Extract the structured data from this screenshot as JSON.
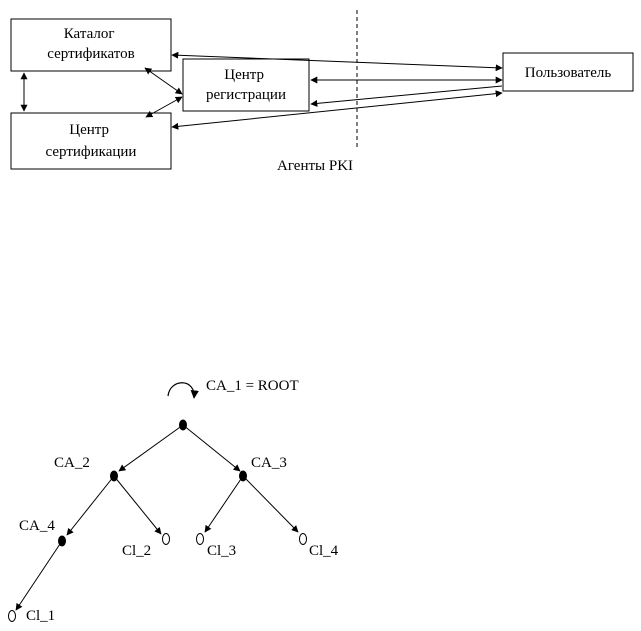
{
  "pki_diagram": {
    "boxes": {
      "catalog": [
        "Каталог",
        "сертификатов"
      ],
      "registration": [
        "Центр",
        "регистрации"
      ],
      "certification": [
        "Центр",
        "сертификации"
      ],
      "user": "Пользователь"
    },
    "agents_label": "Агенты PKI"
  },
  "tree_diagram": {
    "root_label": "CA_1 = ROOT",
    "ca_nodes": [
      "CA_2",
      "CA_3",
      "CA_4"
    ],
    "client_nodes": [
      "Cl_1",
      "Cl_2",
      "Cl_3",
      "Cl_4"
    ]
  }
}
